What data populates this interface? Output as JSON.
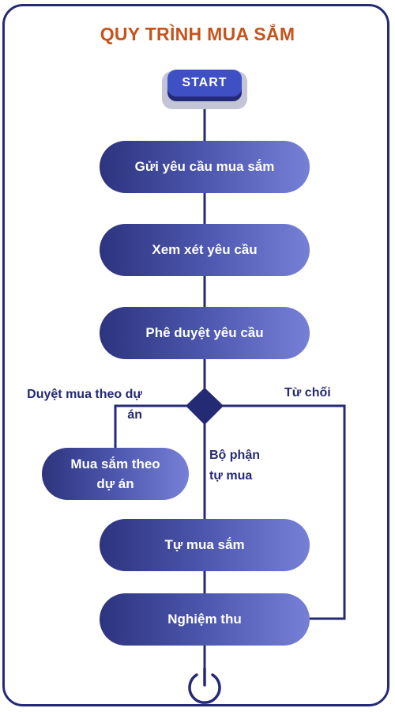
{
  "title": "QUY TRÌNH MUA SẮM",
  "start_label": "START",
  "steps": {
    "submit": "Gửi yêu cầu mua sắm",
    "review": "Xem xét yêu cầu",
    "approve": "Phê duyệt yêu cầu",
    "project_purchase": "Mua sắm theo dự án",
    "self_purchase": "Tự mua sắm",
    "acceptance": "Nghiệm thu"
  },
  "branches": {
    "project": "Duyệt mua theo dự án",
    "reject": "Từ chối",
    "department": "Bộ phận tự mua"
  },
  "end_icon": "power-icon",
  "colors": {
    "accent": "#c5531b",
    "line": "#252a74",
    "node_dark": "#2d347f",
    "node_light": "#7680d6",
    "start": "#3f4fc4"
  }
}
